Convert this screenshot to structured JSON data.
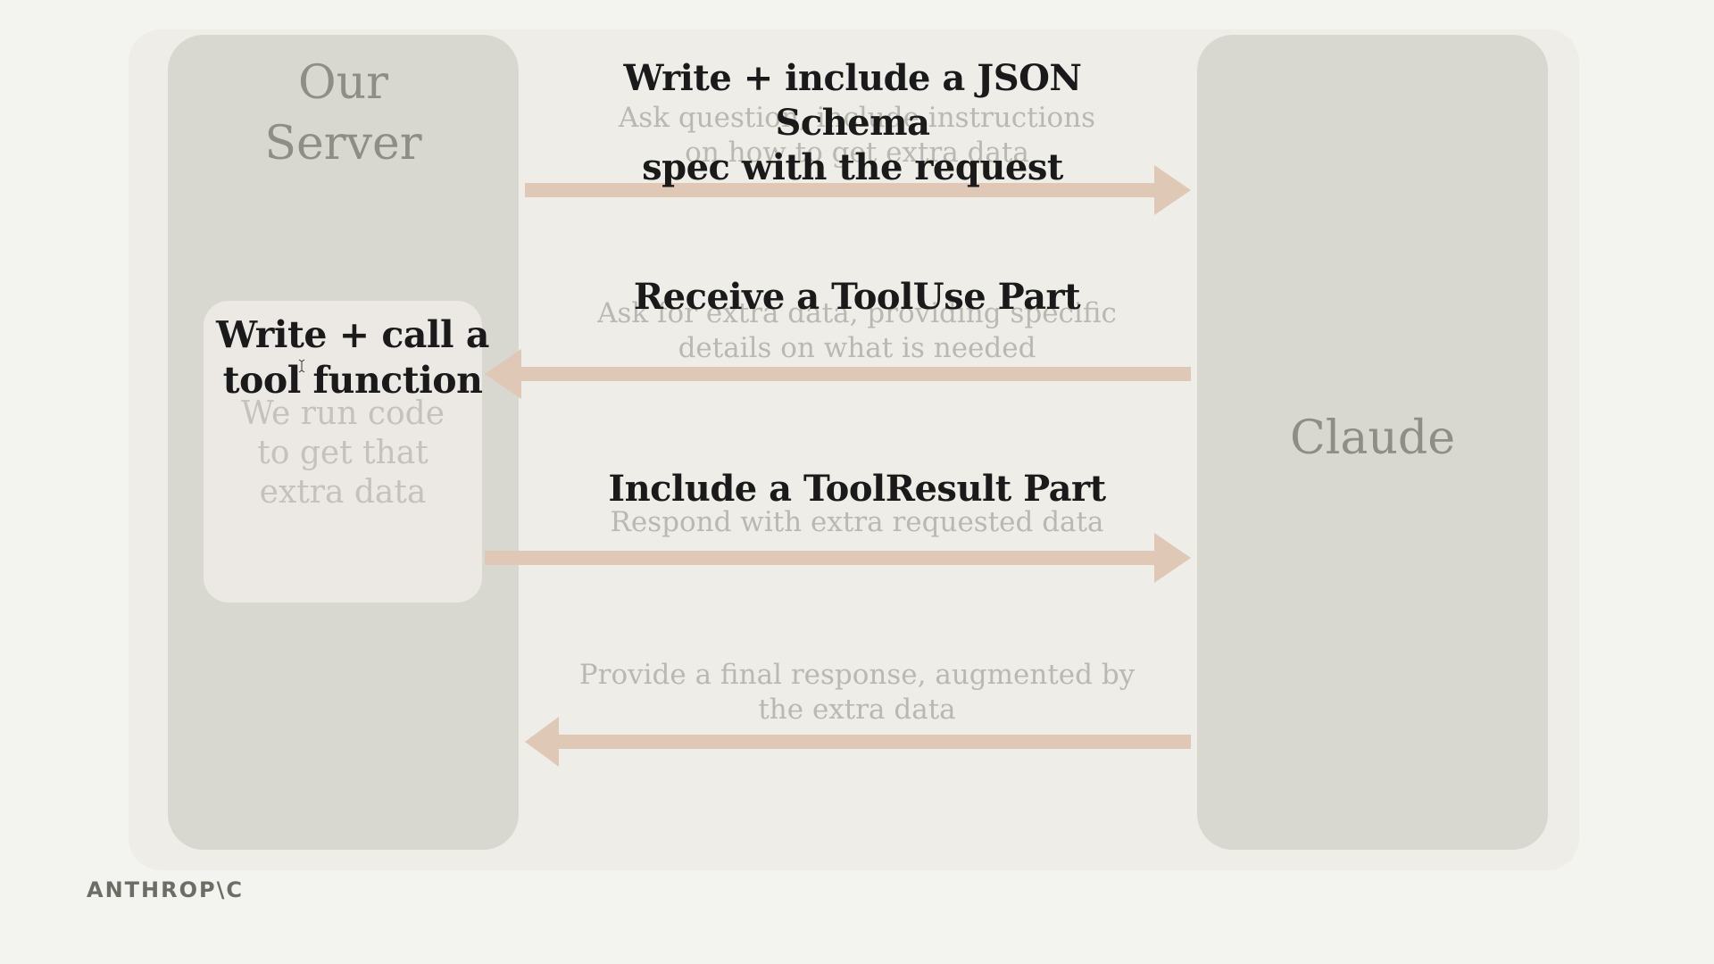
{
  "diagram": {
    "server_title": "Our\nServer",
    "claude_title": "Claude",
    "tool_box": {
      "title": "Write + call a\ntool function",
      "description": "We run code\nto get that\nextra data"
    },
    "steps": [
      {
        "title": "Write + include a JSON Schema\nspec with the request",
        "description": "Ask question, include instructions\non how to get extra data",
        "direction": "right"
      },
      {
        "title": "Receive a ToolUse Part",
        "description": "Ask for extra data, providing specific\ndetails on what is needed",
        "direction": "left"
      },
      {
        "title": "Include a ToolResult Part",
        "description": "Respond with extra requested data",
        "direction": "right"
      },
      {
        "title": "",
        "description": "Provide a final response, augmented by\nthe extra data",
        "direction": "left"
      }
    ],
    "colors": {
      "background": "#f3f4ef",
      "panel": "#efede8",
      "column": "#d8d8d0",
      "arrow": "#dfc8b6",
      "title_text": "#1a1a1a",
      "faded_text": "#bab8b2"
    }
  },
  "footer": {
    "logo": "ANTHROP\\C"
  }
}
